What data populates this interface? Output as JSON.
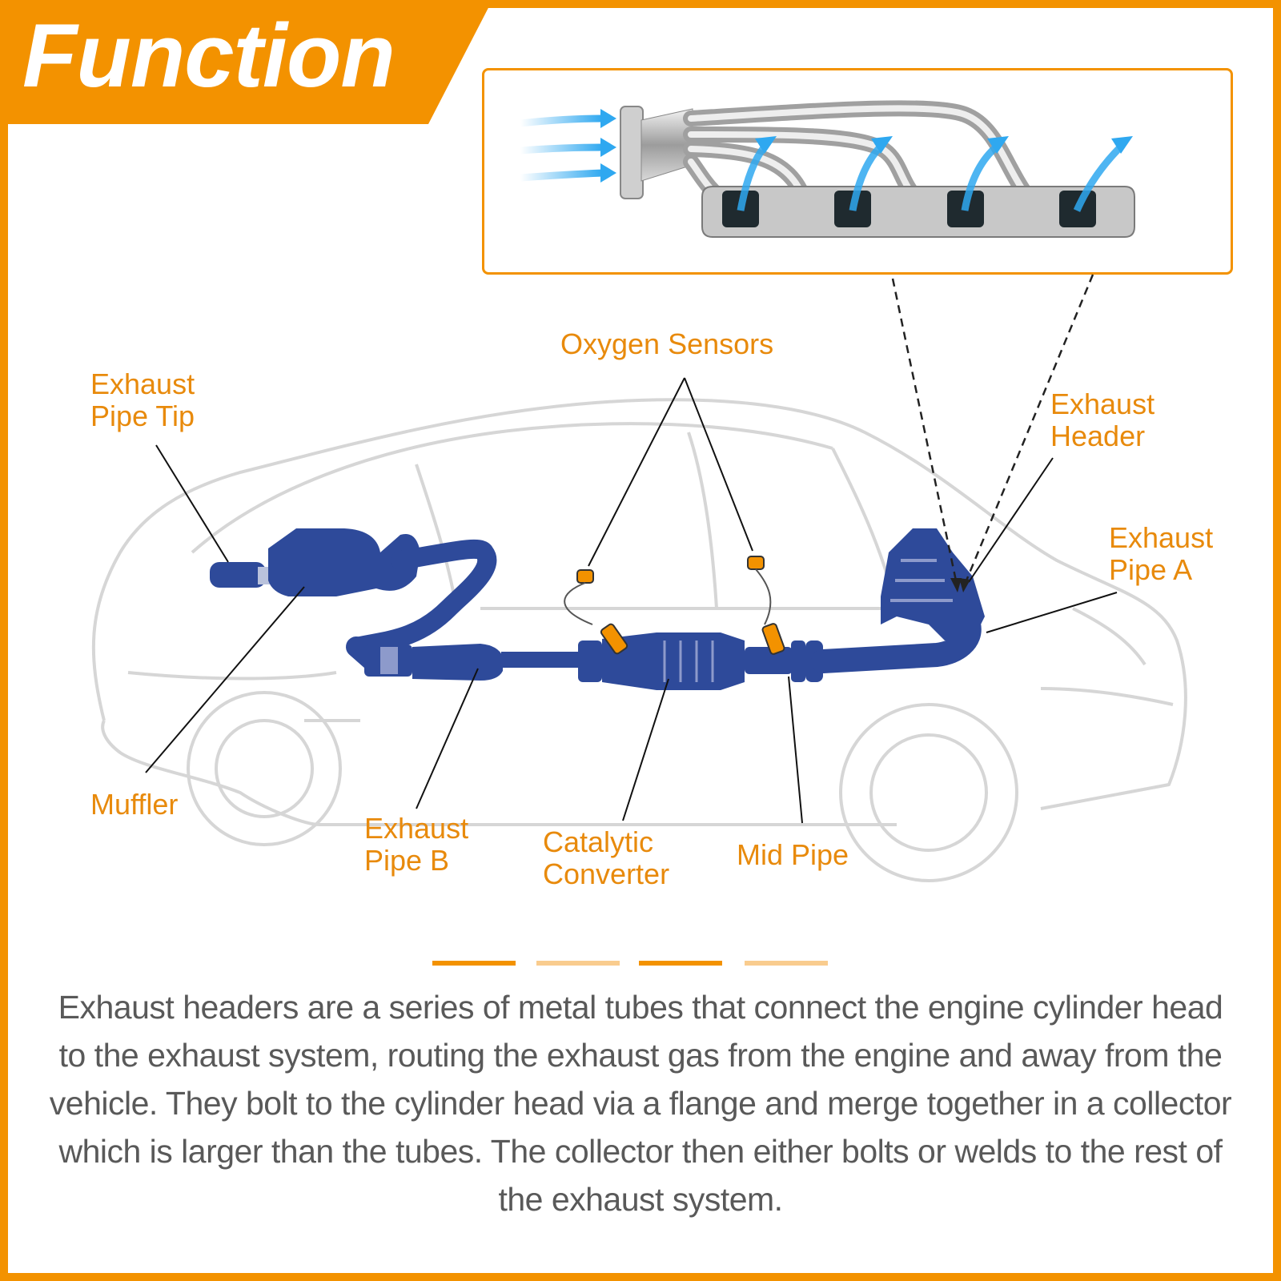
{
  "title": "Function",
  "colors": {
    "accent": "#F39200",
    "label": "#E88A0C",
    "part": "#2E4A9A",
    "car_outline": "#D6D6D6",
    "indicator_active": "#F39200",
    "indicator_inactive": "#F9CC8E",
    "body_text": "#595959"
  },
  "labels": {
    "oxygen_sensors": "Oxygen Sensors",
    "exhaust_pipe_tip": "Exhaust\nPipe Tip",
    "exhaust_header": "Exhaust\nHeader",
    "exhaust_pipe_a": "Exhaust\nPipe A",
    "muffler": "Muffler",
    "exhaust_pipe_b": "Exhaust\nPipe B",
    "catalytic_converter": "Catalytic\nConverter",
    "mid_pipe": "Mid Pipe"
  },
  "indicators": [
    "active",
    "inactive",
    "active",
    "inactive"
  ],
  "description": "Exhaust headers are a series of metal tubes that connect the engine cylinder head to the exhaust system, routing the exhaust gas from the engine and away from the vehicle. They bolt to the cylinder head via a flange and merge together in a collector which is larger than the tubes. The collector then either bolts or welds to the rest of the exhaust system."
}
